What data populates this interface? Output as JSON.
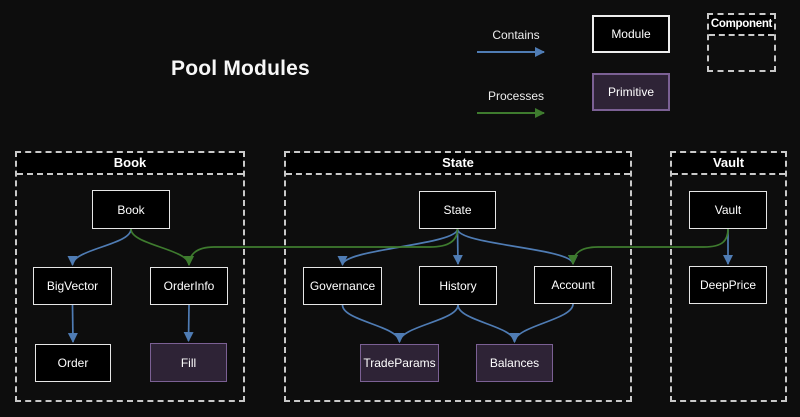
{
  "title": "Pool Modules",
  "legend": {
    "items": [
      {
        "label": "Contains",
        "type": "contains"
      },
      {
        "label": "Processes",
        "type": "processes"
      }
    ],
    "module_label": "Module",
    "primitive_label": "Primitive",
    "component_label": "Component"
  },
  "colors": {
    "background": "#0d0d0d",
    "contains": "#4f7cb4",
    "processes": "#3e7b2e",
    "node_bg": "#000000",
    "node_border": "#e6e6e6",
    "primitive_bg": "#2e2336",
    "primitive_border": "#7b6094",
    "container_border": "#c9c9c9",
    "text": "#ffffff"
  },
  "containers": [
    {
      "id": "book",
      "title": "Book"
    },
    {
      "id": "state",
      "title": "State"
    },
    {
      "id": "vault",
      "title": "Vault"
    }
  ],
  "nodes": [
    {
      "id": "book-node",
      "label": "Book",
      "kind": "module",
      "container": "book"
    },
    {
      "id": "bigvector",
      "label": "BigVector",
      "kind": "module",
      "container": "book"
    },
    {
      "id": "orderinfo",
      "label": "OrderInfo",
      "kind": "module",
      "container": "book"
    },
    {
      "id": "order",
      "label": "Order",
      "kind": "module",
      "container": "book"
    },
    {
      "id": "fill",
      "label": "Fill",
      "kind": "primitive",
      "container": "book"
    },
    {
      "id": "state-node",
      "label": "State",
      "kind": "module",
      "container": "state"
    },
    {
      "id": "governance",
      "label": "Governance",
      "kind": "module",
      "container": "state"
    },
    {
      "id": "history",
      "label": "History",
      "kind": "module",
      "container": "state"
    },
    {
      "id": "account",
      "label": "Account",
      "kind": "module",
      "container": "state"
    },
    {
      "id": "tradeparams",
      "label": "TradeParams",
      "kind": "primitive",
      "container": "state"
    },
    {
      "id": "balances",
      "label": "Balances",
      "kind": "primitive",
      "container": "state"
    },
    {
      "id": "vault-node",
      "label": "Vault",
      "kind": "module",
      "container": "vault"
    },
    {
      "id": "deepprice",
      "label": "DeepPrice",
      "kind": "module",
      "container": "vault"
    }
  ],
  "edges": [
    {
      "from": "book-node",
      "to": "bigvector",
      "type": "contains"
    },
    {
      "from": "bigvector",
      "to": "order",
      "type": "contains"
    },
    {
      "from": "orderinfo",
      "to": "fill",
      "type": "contains"
    },
    {
      "from": "state-node",
      "to": "governance",
      "type": "contains"
    },
    {
      "from": "state-node",
      "to": "history",
      "type": "contains"
    },
    {
      "from": "state-node",
      "to": "account",
      "type": "contains"
    },
    {
      "from": "governance",
      "to": "tradeparams",
      "type": "contains"
    },
    {
      "from": "history",
      "to": "tradeparams",
      "type": "contains"
    },
    {
      "from": "history",
      "to": "balances",
      "type": "contains"
    },
    {
      "from": "account",
      "to": "balances",
      "type": "contains"
    },
    {
      "from": "vault-node",
      "to": "deepprice",
      "type": "contains"
    },
    {
      "from": "book-node",
      "to": "orderinfo",
      "type": "processes"
    },
    {
      "from": "state-node",
      "to": "orderinfo",
      "type": "processes",
      "waypoints": [
        [
          430,
          247
        ],
        [
          214,
          247
        ]
      ]
    },
    {
      "from": "vault-node",
      "to": "account",
      "type": "processes",
      "waypoints": [
        [
          704,
          247
        ],
        [
          598,
          247
        ]
      ]
    }
  ]
}
